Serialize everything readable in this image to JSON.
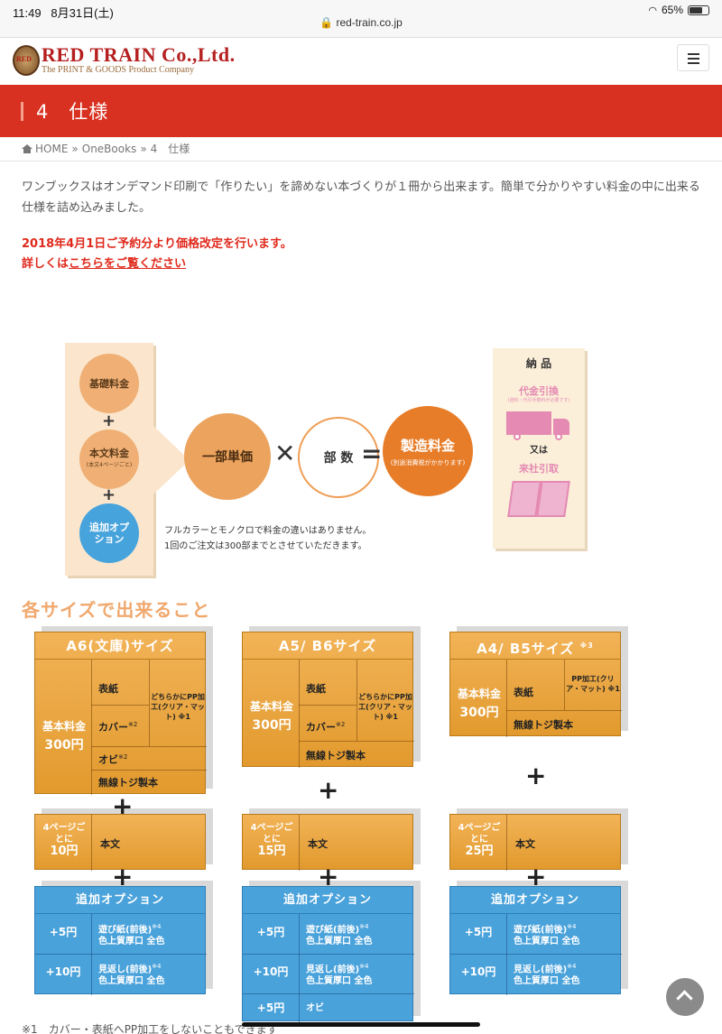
{
  "status": {
    "time": "11:49",
    "date": "8月31日(土)",
    "url": "red-train.co.jp",
    "battery": "65%"
  },
  "header": {
    "logo_name": "RED TRAIN Co.,Ltd.",
    "logo_sub": "The PRINT & GOODS Product Company"
  },
  "page": {
    "title": "4　仕様"
  },
  "breadcrumb": {
    "home": "HOME",
    "sep": "»",
    "item1": "OneBooks",
    "current": "4　仕様"
  },
  "intro": "ワンブックスはオンデマンド印刷で「作りたい」を諦めない本づくりが１冊から出来ます。簡単で分かりやすい料金の中に出来る仕様を詰め込みました。",
  "notice": {
    "line1": "2018年4月1日ご予約分より価格改定を行います。",
    "line2_prefix": "詳しくは",
    "link": "こちらをご覧ください"
  },
  "figure": {
    "base_fee": "基礎料金",
    "body_fee": "本文料金",
    "body_fee_note": "(本文4ページごと)",
    "option": "追加オプション",
    "unit_price": "一部単価",
    "times": "✕",
    "quantity": "部 数",
    "equals": "=",
    "total": "製造料金",
    "total_note": "(別途消費税がかかります)",
    "note1": "フルカラーとモノクロで料金の違いはありません。",
    "note2": "1回のご注文は300部までとさせていただきます。",
    "delivery_title": "納 品",
    "cod": "代金引換",
    "cod_note": "(送料・代引手数料が必要です)",
    "or": "又は",
    "pickup": "来社引取"
  },
  "section_title": "各サイズで出来ること",
  "columns": [
    {
      "title": "A6(文庫)サイズ",
      "title_note": "",
      "base_label": "基本料金",
      "base_price": "300円",
      "cover": "表紙",
      "jacket": "カバー",
      "band": "オビ",
      "binding": "無線トジ製本",
      "pp": "どちらかにPP加工(クリア・マット)",
      "pp_note": "※1",
      "per_page_label": "4ページごとに",
      "per_page_price": "10円",
      "body": "本文",
      "opt_title": "追加オプション",
      "opts": [
        {
          "price": "+5円",
          "text": "遊び紙(前後)",
          "note": "※4",
          "sub": "色上質厚口 全色"
        },
        {
          "price": "+10円",
          "text": "見返し(前後)",
          "note": "※4",
          "sub": "色上質厚口 全色"
        }
      ]
    },
    {
      "title": "A5/ B6サイズ",
      "title_note": "",
      "base_label": "基本料金",
      "base_price": "300円",
      "cover": "表紙",
      "jacket": "カバー",
      "band": "",
      "binding": "無線トジ製本",
      "pp": "どちらかにPP加工(クリア・マット)",
      "pp_note": "※1",
      "per_page_label": "4ページごとに",
      "per_page_price": "15円",
      "body": "本文",
      "opt_title": "追加オプション",
      "opts": [
        {
          "price": "+5円",
          "text": "遊び紙(前後)",
          "note": "※4",
          "sub": "色上質厚口 全色"
        },
        {
          "price": "+10円",
          "text": "見返し(前後)",
          "note": "※4",
          "sub": "色上質厚口 全色"
        },
        {
          "price": "+5円",
          "text": "オビ",
          "note": "",
          "sub": ""
        }
      ]
    },
    {
      "title": "A4/ B5サイズ",
      "title_note": "※3",
      "base_label": "基本料金",
      "base_price": "300円",
      "cover": "表紙",
      "jacket": "",
      "band": "",
      "binding": "無線トジ製本",
      "pp": "PP加工(クリア・マット)",
      "pp_note": "※1",
      "per_page_label": "4ページごとに",
      "per_page_price": "25円",
      "body": "本文",
      "opt_title": "追加オプション",
      "opts": [
        {
          "price": "+5円",
          "text": "遊び紙(前後)",
          "note": "※4",
          "sub": "色上質厚口 全色"
        },
        {
          "price": "+10円",
          "text": "見返し(前後)",
          "note": "※4",
          "sub": "色上質厚口 全色"
        }
      ]
    }
  ],
  "notes": {
    "mark2": "※2",
    "footnote": "※1　カバー・表紙へPP加工をしないこともできます"
  }
}
